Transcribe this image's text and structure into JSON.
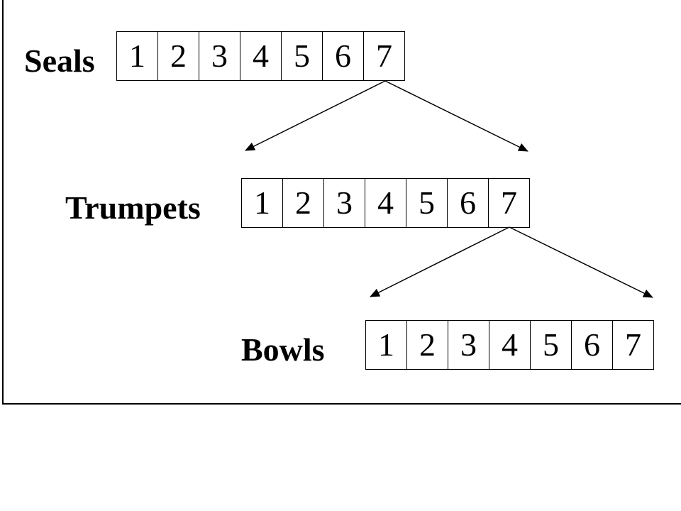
{
  "diagram": {
    "groups": [
      {
        "id": "seals",
        "label": "Seals",
        "cells": [
          "1",
          "2",
          "3",
          "4",
          "5",
          "6",
          "7"
        ]
      },
      {
        "id": "trumpets",
        "label": "Trumpets",
        "cells": [
          "1",
          "2",
          "3",
          "4",
          "5",
          "6",
          "7"
        ]
      },
      {
        "id": "bowls",
        "label": "Bowls",
        "cells": [
          "1",
          "2",
          "3",
          "4",
          "5",
          "6",
          "7"
        ]
      }
    ],
    "edges": [
      {
        "from": "seals.7",
        "to": "trumpets"
      },
      {
        "from": "trumpets.7",
        "to": "bowls"
      }
    ]
  }
}
